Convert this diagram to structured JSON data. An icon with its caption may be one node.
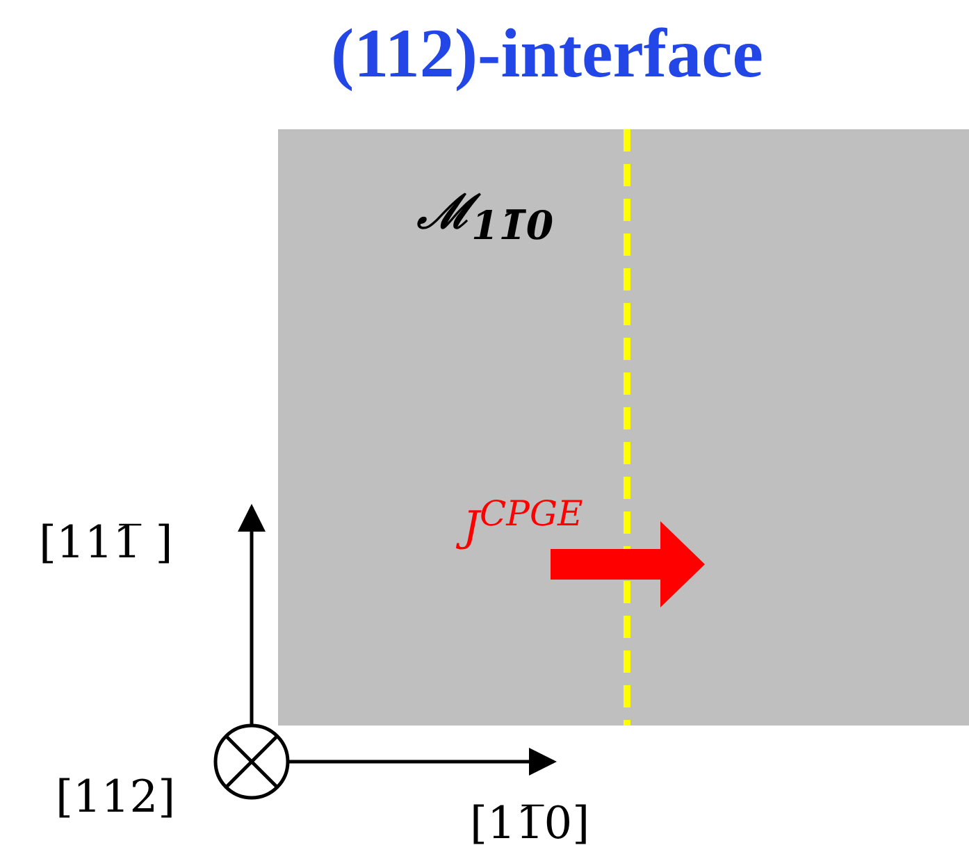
{
  "diagram": {
    "title": "(112)-interface",
    "nodes": [
      {
        "text": [
          "ℳ$_{11̅0}$",
          "J$^{CPGE}$"
        ]
      }
    ],
    "labels": [
      "[111̅ ]",
      "[112]",
      "[11̅0]"
    ]
  }
}
